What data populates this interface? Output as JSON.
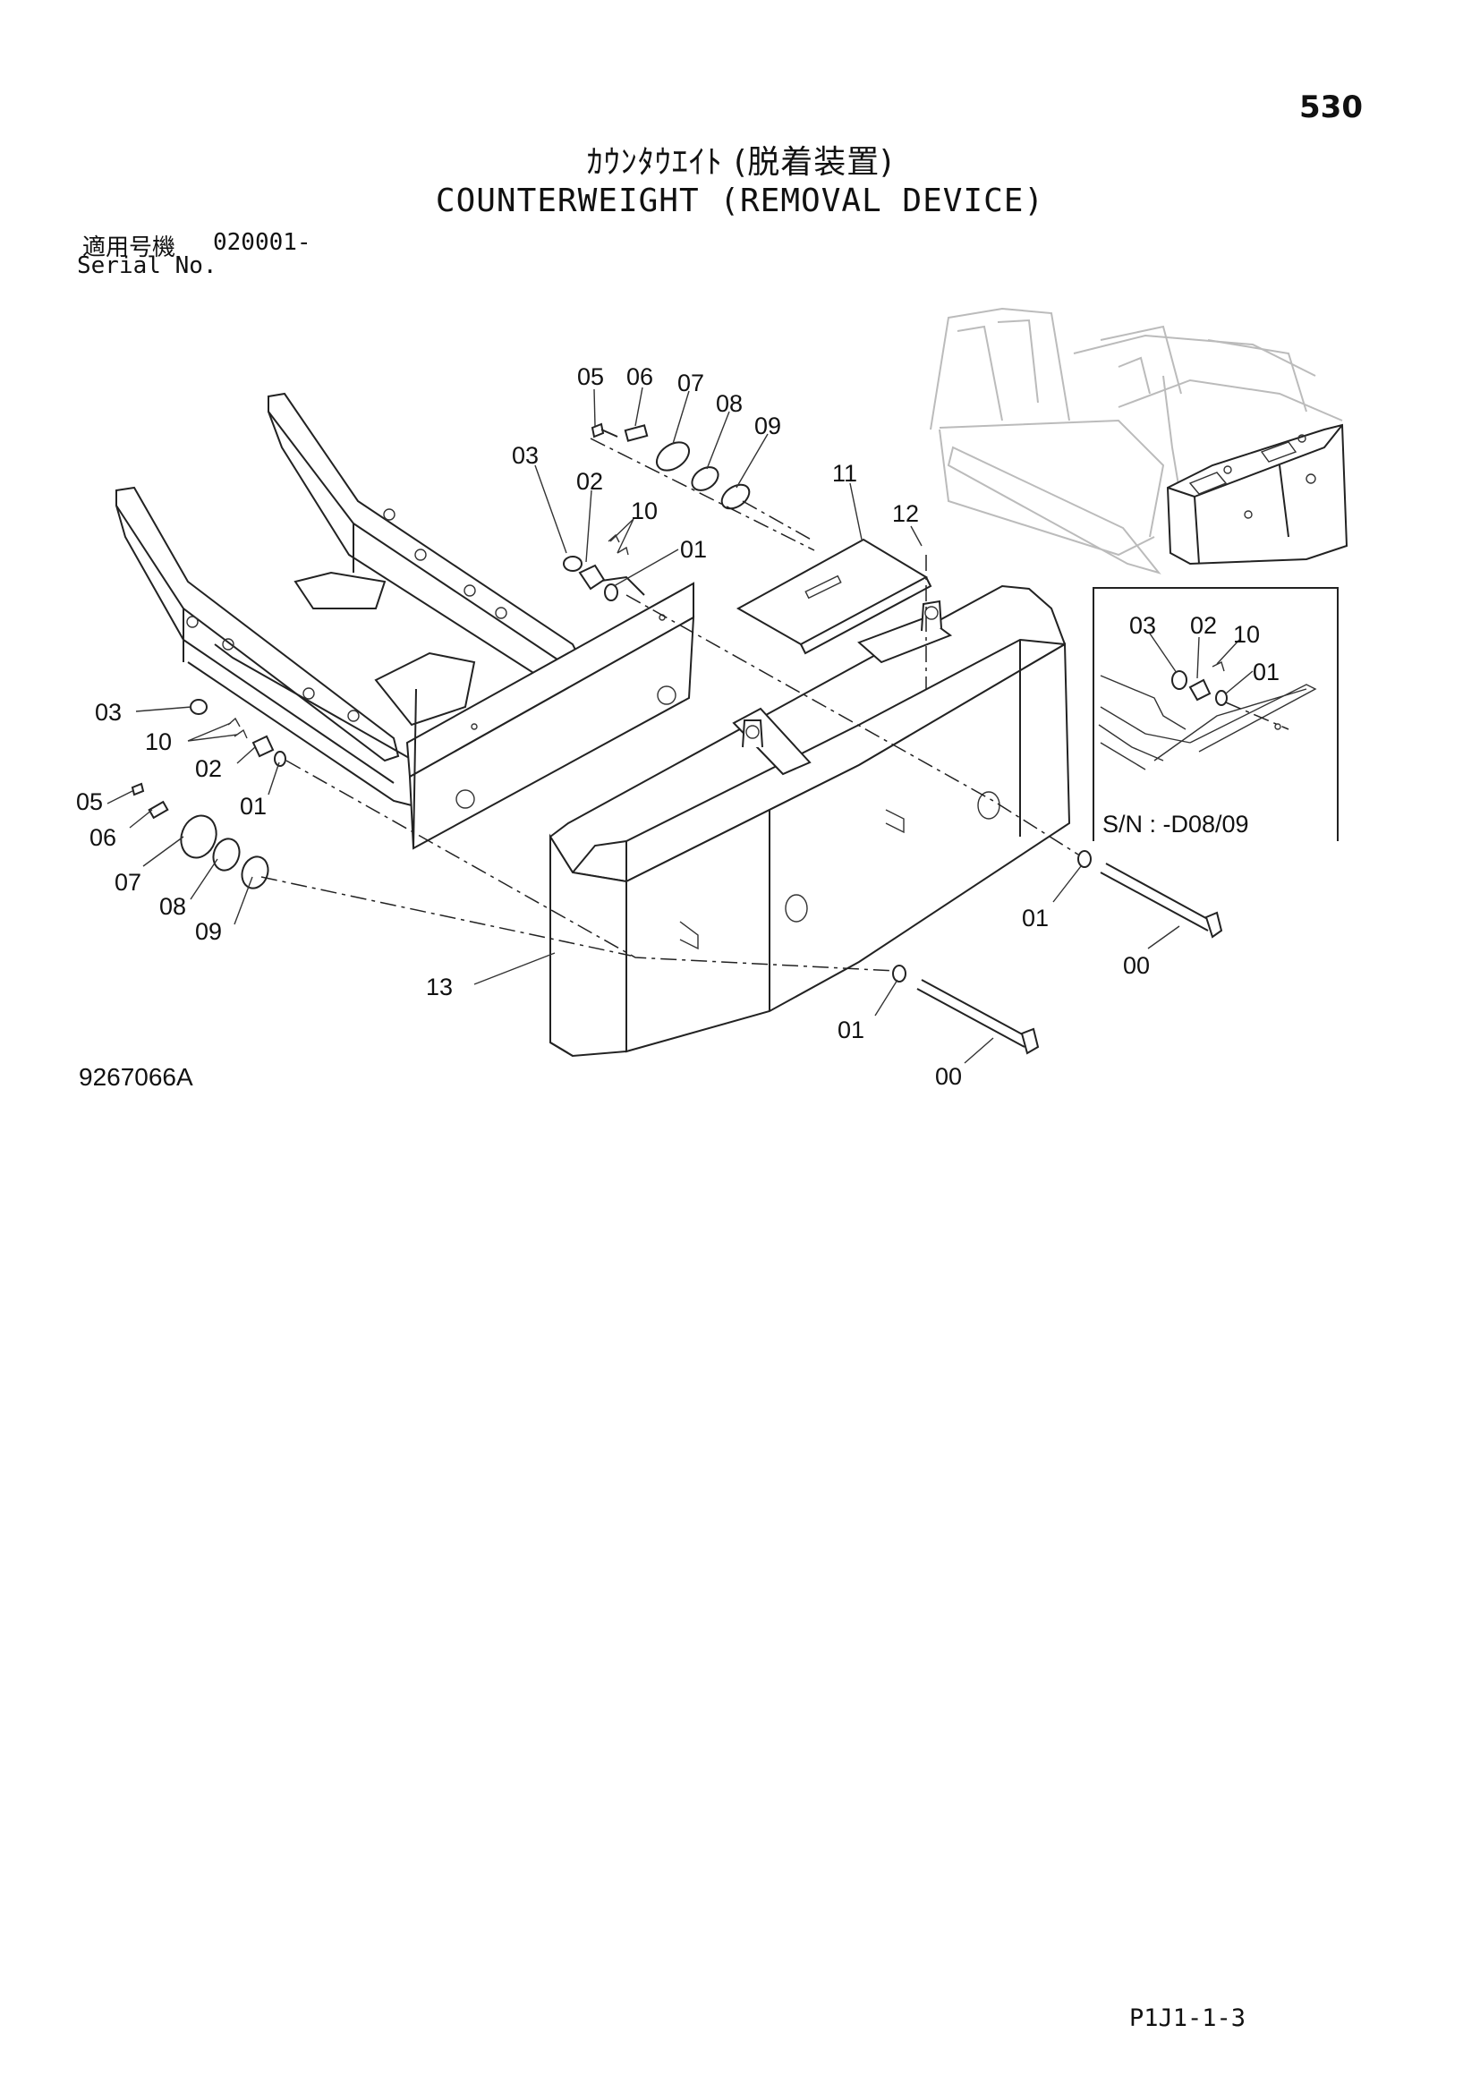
{
  "header": {
    "page_number": "530",
    "title_jp": "ｶｳﾝﾀｳｴｲﾄ (脱着装置)",
    "title_en": "COUNTERWEIGHT (REMOVAL DEVICE)"
  },
  "serial": {
    "label_jp": "適用号機",
    "value": "020001-",
    "label_en": "Serial No."
  },
  "diagram": {
    "labels": {
      "p00a": "00",
      "p00b": "00",
      "p01a": "01",
      "p01b": "01",
      "p01c": "01",
      "p01d": "01",
      "p02a": "02",
      "p02b": "02",
      "p03a": "03",
      "p03b": "03",
      "p05a": "05",
      "p05b": "05",
      "p06a": "06",
      "p06b": "06",
      "p07a": "07",
      "p07b": "07",
      "p08a": "08",
      "p08b": "08",
      "p09a": "09",
      "p09b": "09",
      "p10a": "10",
      "p10b": "10",
      "p11": "11",
      "p12": "12",
      "p13": "13"
    },
    "inset": {
      "labels": {
        "p03": "03",
        "p02": "02",
        "p10": "10",
        "p01": "01"
      },
      "serial_note": "S/N : -D08/09"
    }
  },
  "footer": {
    "drawing_number": "9267066A",
    "page_code": "P1J1-1-3"
  }
}
